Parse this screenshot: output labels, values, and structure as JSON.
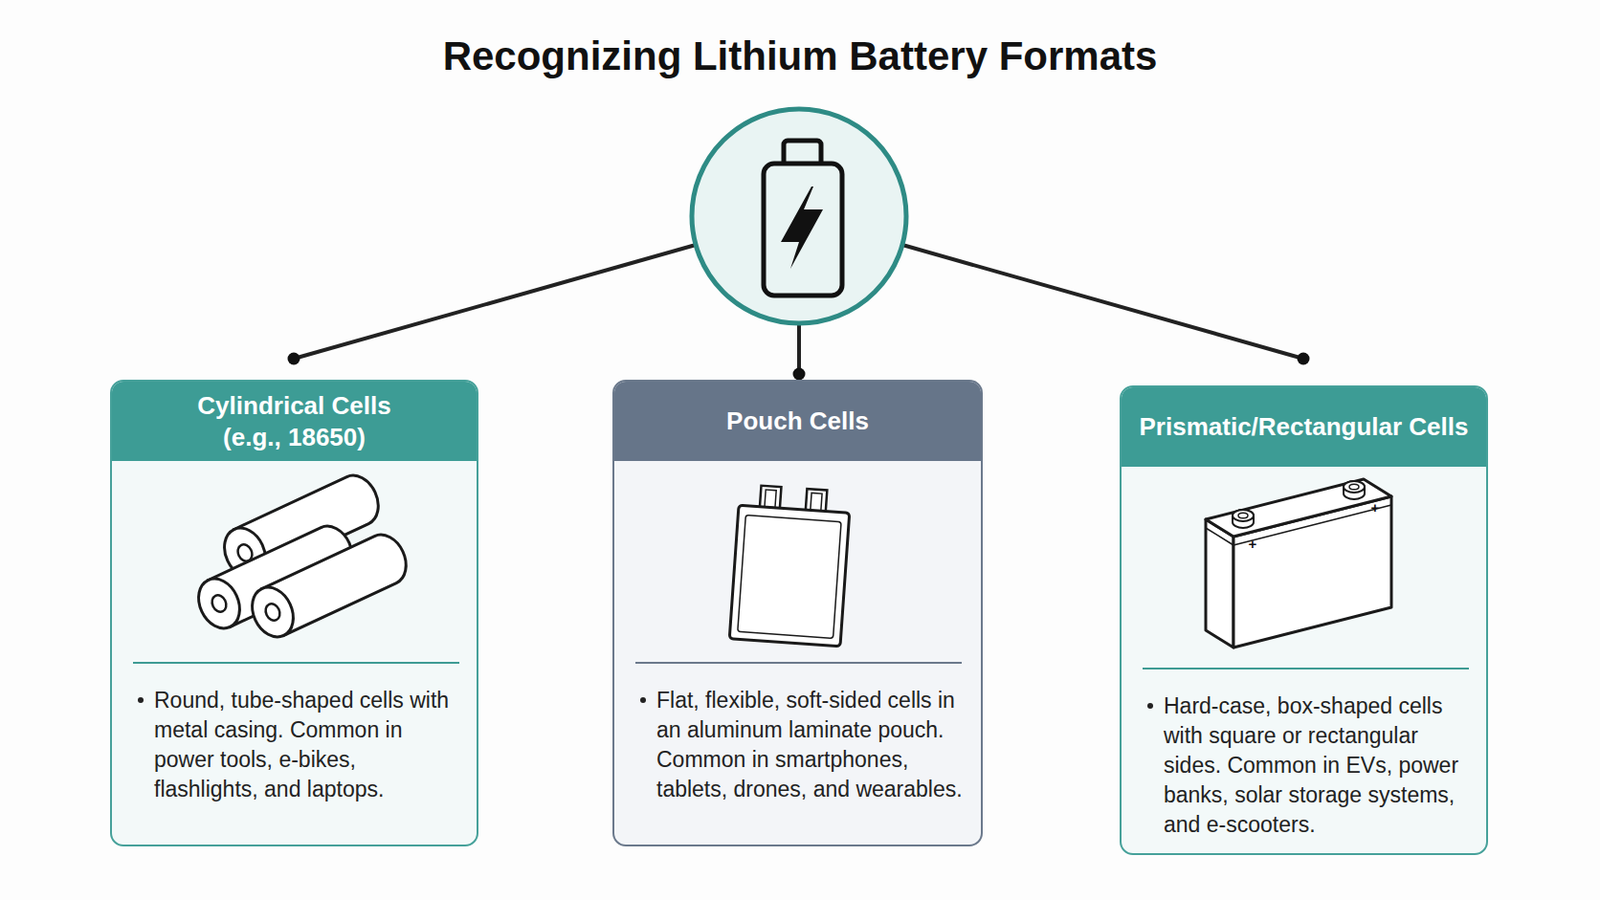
{
  "diagram": {
    "title": "Recognizing Lithium Battery Formats",
    "nodes": [
      {
        "text": [
          "Cylindrical Cells (e.g., 18650)",
          "Round, tube-shaped cells with metal casing. Common in power tools, e-bikes, flashlights, and laptops."
        ]
      },
      {
        "text": [
          "Pouch Cells",
          "Flat, flexible, soft-sided cells in an aluminum laminate pouch. Common in smartphones, tablets, drones, and wearables."
        ]
      },
      {
        "text": [
          "Prismatic/Rectangular Cells",
          "Hard-case, box-shaped cells with square or rectangular sides. Common in EVs, power banks, solar storage systems, and e-scooters."
        ]
      }
    ],
    "labels": [
      "+",
      "+"
    ]
  }
}
